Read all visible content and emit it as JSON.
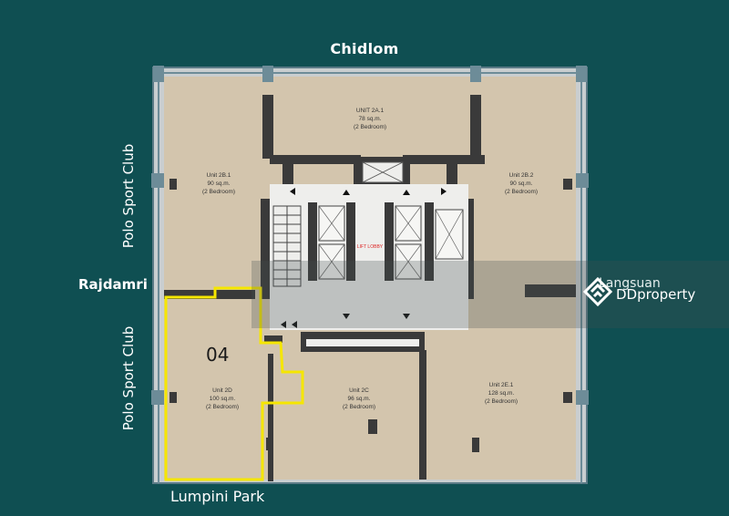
{
  "labels": {
    "north": "Chidlom",
    "south": "Lumpini Park",
    "west": "Rajdamri",
    "east": "Langsuan",
    "side_top": "Polo Sport Club",
    "side_bottom": "Polo Sport Club"
  },
  "highlight": {
    "number": "04",
    "color": "#f5e600"
  },
  "units": [
    {
      "name": "UNIT 2A.1",
      "area": "78 sq.m.",
      "beds": "(2 Bedroom)"
    },
    {
      "name": "Unit 2B.1",
      "area": "90 sq.m.",
      "beds": "(2 Bedroom)"
    },
    {
      "name": "Unit 2B.2",
      "area": "90 sq.m.",
      "beds": "(2 Bedroom)"
    },
    {
      "name": "Unit 2D",
      "area": "100 sq.m.",
      "beds": "(2 Bedroom)"
    },
    {
      "name": "Unit 2C",
      "area": "96 sq.m.",
      "beds": "(2 Bedroom)"
    },
    {
      "name": "Unit 2E.1",
      "area": "128 sq.m.",
      "beds": "(2 Bedroom)"
    }
  ],
  "lobby": "LIFT LOBBY",
  "watermark": {
    "brand": "DDproperty",
    "icon": "ddproperty-logo-icon"
  },
  "colors": {
    "background": "#0f4f52",
    "floor": "#d3c5ad",
    "wall": "#3a3a3a",
    "core": "#eeeeec"
  }
}
